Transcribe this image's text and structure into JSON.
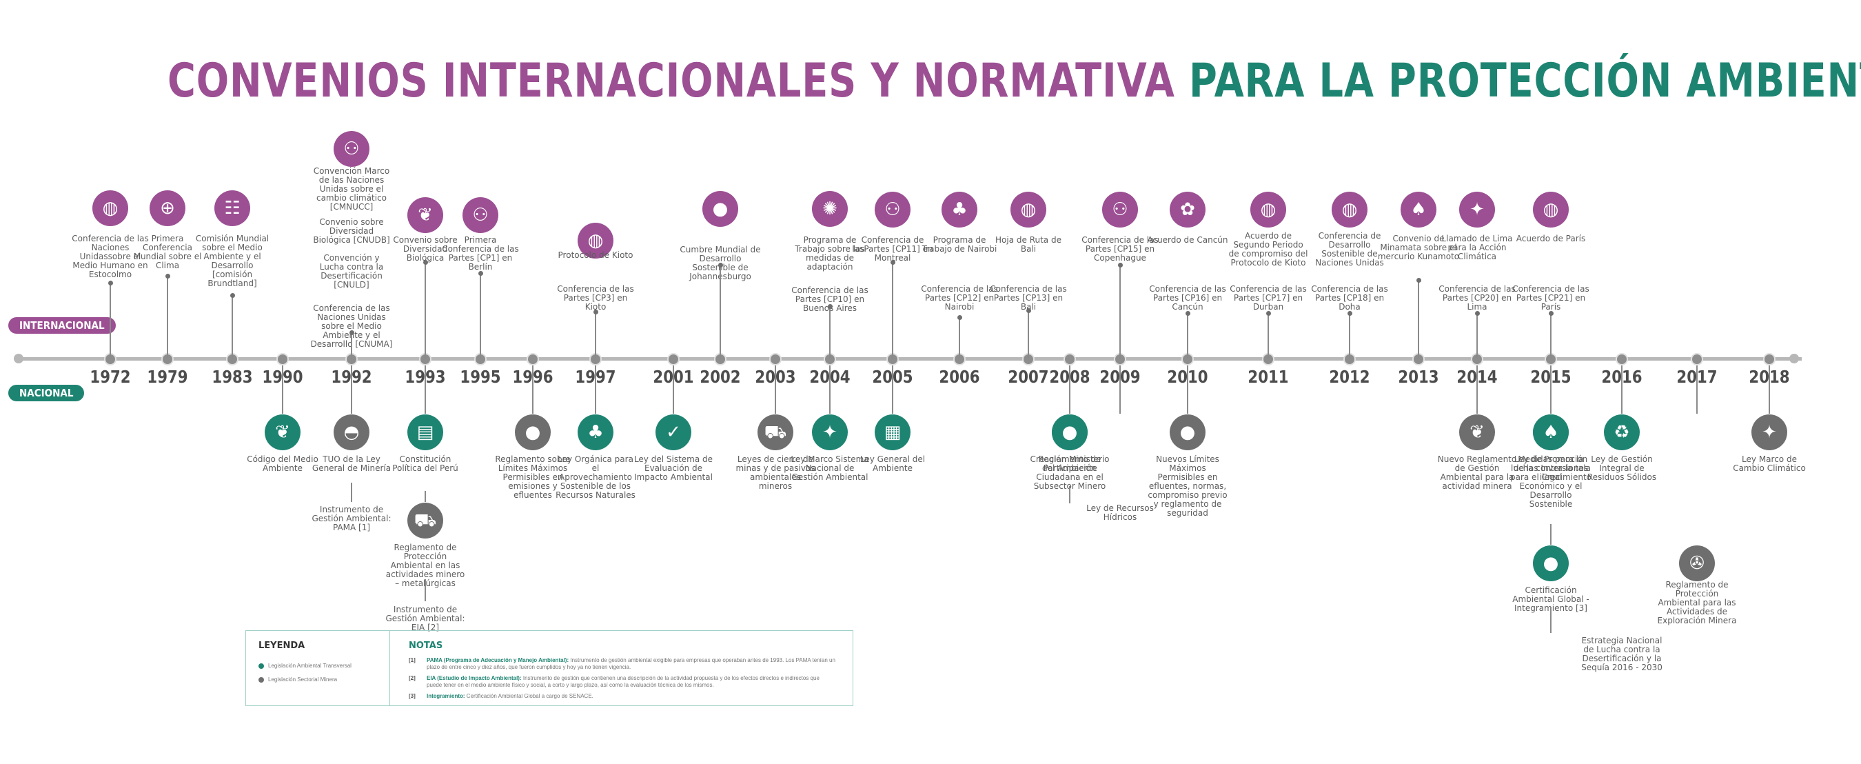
{
  "title": {
    "part1": "CONVENIOS INTERNACIONALES Y NORMATIVA",
    "part2": "PARA LA PROTECCIÓN AMBIENTAL"
  },
  "lane_labels": {
    "international": "INTERNACIONAL",
    "national": "NACIONAL"
  },
  "colors": {
    "international": "#9c4f93",
    "national": "#1e8472",
    "sectoral": "#6e6e6e",
    "axis": "#b7b7b7"
  },
  "years": [
    "1972",
    "1979",
    "1983",
    "1990",
    "1992",
    "1993",
    "1995",
    "1996",
    "1997",
    "2001",
    "2002",
    "2003",
    "2004",
    "2005",
    "2006",
    "2007",
    "2008",
    "2009",
    "2010",
    "2011",
    "2012",
    "2013",
    "2014",
    "2015",
    "2016",
    "2017",
    "2018"
  ],
  "international": [
    {
      "year": "1972",
      "icon": "globe-icon",
      "text": "Conferencia de las Naciones Unidassobre el Medio Humano en Estocolmo"
    },
    {
      "year": "1979",
      "icon": "globe-network-icon",
      "text": "Primera Conferencia Mundial sobre el Clima"
    },
    {
      "year": "1983",
      "icon": "people-group-icon",
      "text": "Comisión Mundial sobre el Medio Ambiente y el Desarrollo [comisión Brundtland]"
    },
    {
      "year": "1992",
      "icon": "meeting-icon",
      "text": "Convención Marco de las Naciones Unidas sobre el cambio climático [CMNUCC]"
    },
    {
      "year": "1992",
      "text": "Convenio sobre Diversidad Biológica [CNUDB]"
    },
    {
      "year": "1992",
      "text": "Convención y Lucha contra la Desertificación [CNULD]"
    },
    {
      "year": "1992",
      "text": "Conferencia de las Naciones Unidas sobre el Medio Ambiente y el Desarrollo [CNUMA]"
    },
    {
      "year": "1993",
      "icon": "leaf-icon",
      "text": "Convenio sobre Diversidad Biológica"
    },
    {
      "year": "1995",
      "icon": "meeting-icon",
      "text": "Primera Conferencia de las Partes [CP1] en Berlín"
    },
    {
      "year": "1997",
      "icon": "globe-icon",
      "text": "Protocolo de Kioto"
    },
    {
      "year": "1997",
      "text": "Conferencia de las Partes [CP3] en Kioto"
    },
    {
      "year": "2002",
      "icon": "water-drop-icon",
      "text": "Cumbre Mundial de Desarrollo Sostenible de Johannesburgo"
    },
    {
      "year": "2004",
      "icon": "lightbulb-icon",
      "text": "Programa de Trabajo sobre las medidas de adaptación"
    },
    {
      "year": "2004",
      "text": "Conferencia de las Partes [CP10] en Buenos Aires"
    },
    {
      "year": "2005",
      "icon": "meeting-icon",
      "text": "Conferencia de lasPartes [CP11] en Montreal"
    },
    {
      "year": "2006",
      "icon": "plant-hand-icon",
      "text": "Programa de Trabajo de Nairobi"
    },
    {
      "year": "2006",
      "text": "Conferencia de las Partes [CP12] en Nairobi"
    },
    {
      "year": "2007",
      "icon": "globe-icon",
      "text": "Hoja de Ruta de Bali"
    },
    {
      "year": "2007",
      "text": "Conferencia de las Partes [CP13] en Bali"
    },
    {
      "year": "2009",
      "icon": "meeting-icon",
      "text": "Conferencia de las Partes [CP15] en Copenhague"
    },
    {
      "year": "2010",
      "icon": "plant-icon",
      "text": "Acuerdo de Cancún"
    },
    {
      "year": "2010",
      "text": "Conferencia de las Partes [CP16] en Cancún"
    },
    {
      "year": "2011",
      "icon": "globe-icon",
      "text": "Acuerdo de Segundo Periodo de compromiso del Protocolo de Kioto"
    },
    {
      "year": "2011",
      "text": "Conferencia de las Partes [CP17] en Durban"
    },
    {
      "year": "2012",
      "icon": "globe-icon",
      "text": "Conferencia de Desarrollo Sostenible de Naciones Unidas"
    },
    {
      "year": "2012",
      "text": "Conferencia de las Partes [CP18] en Doha"
    },
    {
      "year": "2013",
      "icon": "tree-icon",
      "text": "Convenio de Minamata sobre el mercurio Kunamoto"
    },
    {
      "year": "2014",
      "icon": "peru-map-icon",
      "text": "Llamado de Lima para la Acción Climática"
    },
    {
      "year": "2014",
      "text": "Conferencia de las Partes [CP20] en Lima"
    },
    {
      "year": "2015",
      "icon": "globe-icon",
      "text": "Acuerdo de París"
    },
    {
      "year": "2015",
      "text": "Conferencia de las Partes [CP21] en París"
    }
  ],
  "national": [
    {
      "year": "1990",
      "icon": "leaf-icon",
      "text": "Código del Medio Ambiente"
    },
    {
      "year": "1992",
      "icon": "helmet-icon",
      "text": "TUO de la Ley General de Minería"
    },
    {
      "year": "1992",
      "text": "Instrumento de Gestión Ambiental: PAMA [1]"
    },
    {
      "year": "1993",
      "icon": "notebook-icon",
      "text": "Constitución Política del Perú"
    },
    {
      "year": "1993",
      "icon": "mine-cart-icon",
      "text": "Reglamento de Protección Ambiental en las actividades minero – metalúrgicas"
    },
    {
      "year": "1993",
      "text": "Instrumento de Gestión Ambiental: EIA [2]"
    },
    {
      "year": "1996",
      "icon": "water-drop-icon",
      "text": "Reglamento sobre Límites Máximos Permisibles en emisiones y efluentes"
    },
    {
      "year": "1997",
      "icon": "plant-hand-icon",
      "text": "Ley Orgánica para el Aprovechamiento Sostenible de los Recursos Naturales"
    },
    {
      "year": "2001",
      "icon": "check-icon",
      "text": "Ley del Sistema de Evaluación de Impacto Ambiental"
    },
    {
      "year": "2003",
      "icon": "truck-icon",
      "text": "Leyes de cierre de minas y de pasivos ambientales mineros"
    },
    {
      "year": "2004",
      "icon": "peru-map-icon",
      "text": "Ley Marco Sistema Nacional de Gestión Ambiental"
    },
    {
      "year": "2005",
      "icon": "document-icon",
      "text": "Ley General del Ambiente"
    },
    {
      "year": "2008",
      "icon": "institution-icon",
      "text": "Creación Ministerio del Ambiente"
    },
    {
      "year": "2008",
      "text": "Reglamento de Participación Ciudadana en el Subsector Minero"
    },
    {
      "year": "2009",
      "icon": "water-cycle-icon",
      "text": "Ley de Recursos Hídricos"
    },
    {
      "year": "2010",
      "icon": "water-drop-icon",
      "text": "Nuevos Límites Máximos Permisibles en efluentes, normas, compromiso previo y reglamento de seguridad"
    },
    {
      "year": "2014",
      "icon": "leaf-icon",
      "text": "Nuevo Reglamento de Gestión Ambiental para la actividad minera"
    },
    {
      "year": "2015",
      "icon": "growth-chart-icon",
      "text": "Ley de Promoción de las Inversiones para el Crecimiento Económico y el Desarrollo Sostenible"
    },
    {
      "year": "2015",
      "icon": "tree-icon",
      "text": "Medidas para la lucha contra la tala ilegal"
    },
    {
      "year": "2015",
      "text": "Certificación Ambiental Global - Integramiento [3]"
    },
    {
      "year": "2016",
      "icon": "landscape-icon",
      "text": "Estrategia Nacional de Lucha contra la Desertificación y la Sequía 2016 - 2030"
    },
    {
      "year": "2016",
      "icon": "recycle-icon",
      "text": "Ley de Gestión Integral de Residuos Sólidos"
    },
    {
      "year": "2017",
      "icon": "drill-icon",
      "text": "Reglamento de Protección Ambiental para las Actividades de Exploración Minera"
    },
    {
      "year": "2018",
      "icon": "peru-map-icon",
      "text": "Ley Marco de Cambio Climático"
    }
  ],
  "legend": {
    "title": "LEYENDA",
    "items": [
      {
        "label": "Legislación Ambiental Transversal",
        "color": "#1e8472"
      },
      {
        "label": "Legislación Sectorial Minera",
        "color": "#6e6e6e"
      }
    ],
    "notes_title": "NOTAS",
    "notes": [
      {
        "num": "[1]",
        "term": "PAMA (Programa de Adecuación y Manejo Ambiental):",
        "text": "Instrumento de gestión ambiental exigible para empresas que operaban antes de 1993. Los PAMA tenían un plazo de entre cinco y diez años, que fueron cumplidos y hoy ya no tienen vigencia."
      },
      {
        "num": "[2]",
        "term": "EIA (Estudio de Impacto Ambiental):",
        "text": "Instrumento de gestión que contienen una descripción de la actividad propuesta y de los efectos directos e indirectos que puede tener en el medio ambiente físico y social, a corto y largo plazo, así como la evaluación técnica de los mismos."
      },
      {
        "num": "[3]",
        "term": "Integramiento:",
        "text": "Certificación Ambiental Global a cargo de SENACE."
      }
    ]
  }
}
